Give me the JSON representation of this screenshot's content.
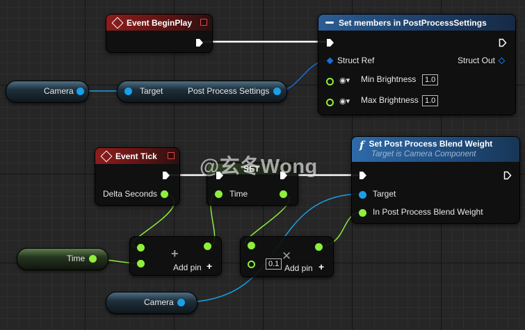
{
  "nodes": {
    "begin_play": {
      "title": "Event BeginPlay"
    },
    "set_members": {
      "title": "Set members in PostProcessSettings",
      "struct_ref": "Struct Ref",
      "struct_out": "Struct Out",
      "min_brightness": "Min Brightness",
      "min_brightness_value": "1.0",
      "max_brightness": "Max Brightness",
      "max_brightness_value": "1.0"
    },
    "camera_get_1": {
      "label": "Camera"
    },
    "post_process_getter": {
      "target": "Target",
      "output": "Post Process Settings"
    },
    "event_tick": {
      "title": "Event Tick",
      "delta_seconds": "Delta Seconds"
    },
    "set_time": {
      "title": "SET",
      "time": "Time"
    },
    "set_blend_weight": {
      "title": "Set Post Process Blend Weight",
      "subtitle": "Target is Camera Component",
      "target": "Target",
      "blend_weight": "In Post Process Blend Weight"
    },
    "time_get": {
      "label": "Time"
    },
    "add_node": {
      "add_pin": "Add pin",
      "add_pin_icon": "+"
    },
    "multiply_node": {
      "value": "0.1",
      "add_pin": "Add pin",
      "add_pin_icon": "+"
    },
    "camera_get_2": {
      "label": "Camera"
    }
  },
  "watermark": "@玄冬Wong",
  "colors": {
    "exec_wire": "#ffffff",
    "float_pin": "#8ef03a",
    "object_pin": "#1aa0e8",
    "struct_pin": "#1a6fd8",
    "event_header": "#8e1d1d",
    "function_header": "#2c5d93"
  }
}
